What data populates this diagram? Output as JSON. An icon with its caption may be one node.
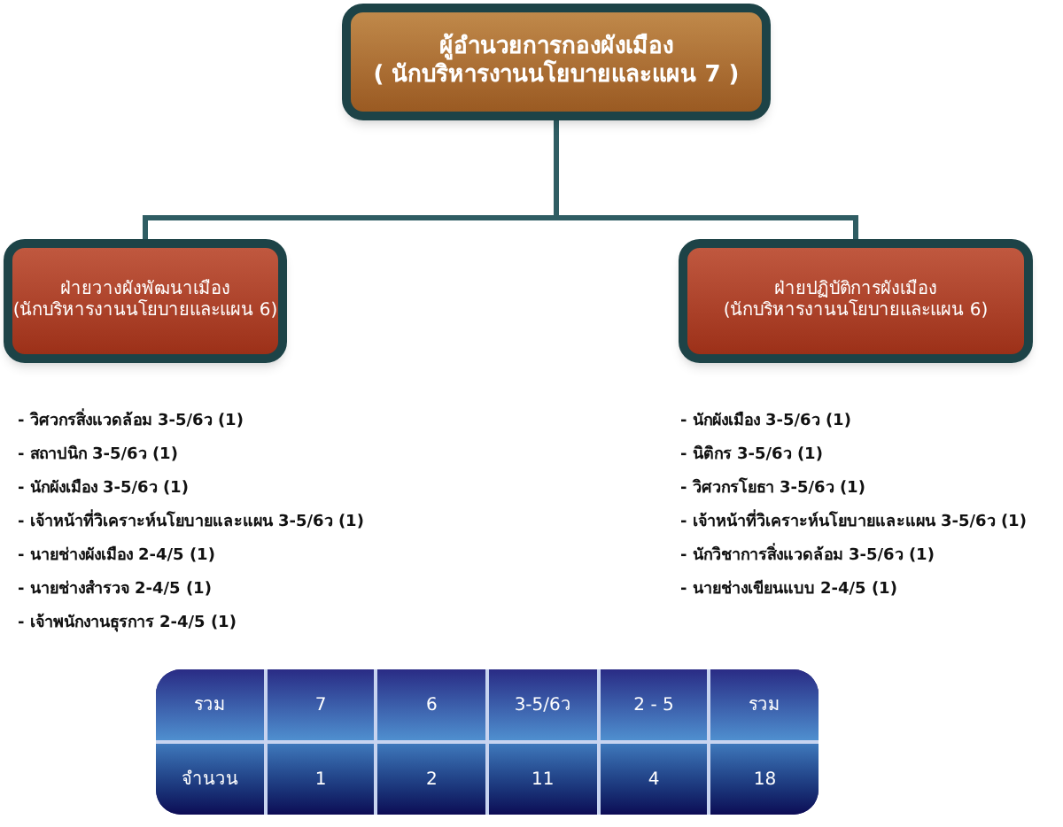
{
  "diagram": {
    "nodes": [
      {
        "text": [
          "ผู้อำนวยการกองผังเมือง",
          "( นักบริหารงานนโยบายและแผน 7 )"
        ]
      },
      {
        "text": [
          "ฝ่ายวางผังพัฒนาเมือง",
          "(นักบริหารงานนโยบายและแผน 6)"
        ]
      },
      {
        "text": [
          "ฝ่ายปฏิบัติการผังเมือง",
          "(นักบริหารงานนโยบายและแผน 6)"
        ]
      }
    ],
    "edges": [
      {
        "from": 0,
        "to": 1,
        "arrow": "none"
      },
      {
        "from": 0,
        "to": 2,
        "arrow": "none"
      }
    ],
    "labels": [
      "- วิศวกรสิ่งแวดล้อม 3-5/6ว (1)",
      "- สถาปนิก 3-5/6ว (1)",
      "- นักผังเมือง 3-5/6ว (1)",
      "- เจ้าหน้าที่วิเคราะห์นโยบายและแผน 3-5/6ว (1)",
      "- นายช่างผังเมือง 2-4/5 (1)",
      "- นายช่างสำรวจ 2-4/5 (1)",
      "- เจ้าพนักงานธุรการ 2-4/5 (1)",
      "- นักผังเมือง 3-5/6ว (1)",
      "- นิติกร 3-5/6ว (1)",
      "- วิศวกรโยธา 3-5/6ว (1)",
      "- เจ้าหน้าที่วิเคราะห์นโยบายและแผน 3-5/6ว (1)",
      "- นักวิชาการสิ่งแวดล้อม 3-5/6ว (1)",
      "- นายช่างเขียนแบบ 2-4/5 (1)",
      "รวม",
      "7",
      "6",
      "3-5/6ว",
      "2 - 5",
      "รวม",
      "จำนวน",
      "1",
      "2",
      "11",
      "4",
      "18"
    ]
  }
}
